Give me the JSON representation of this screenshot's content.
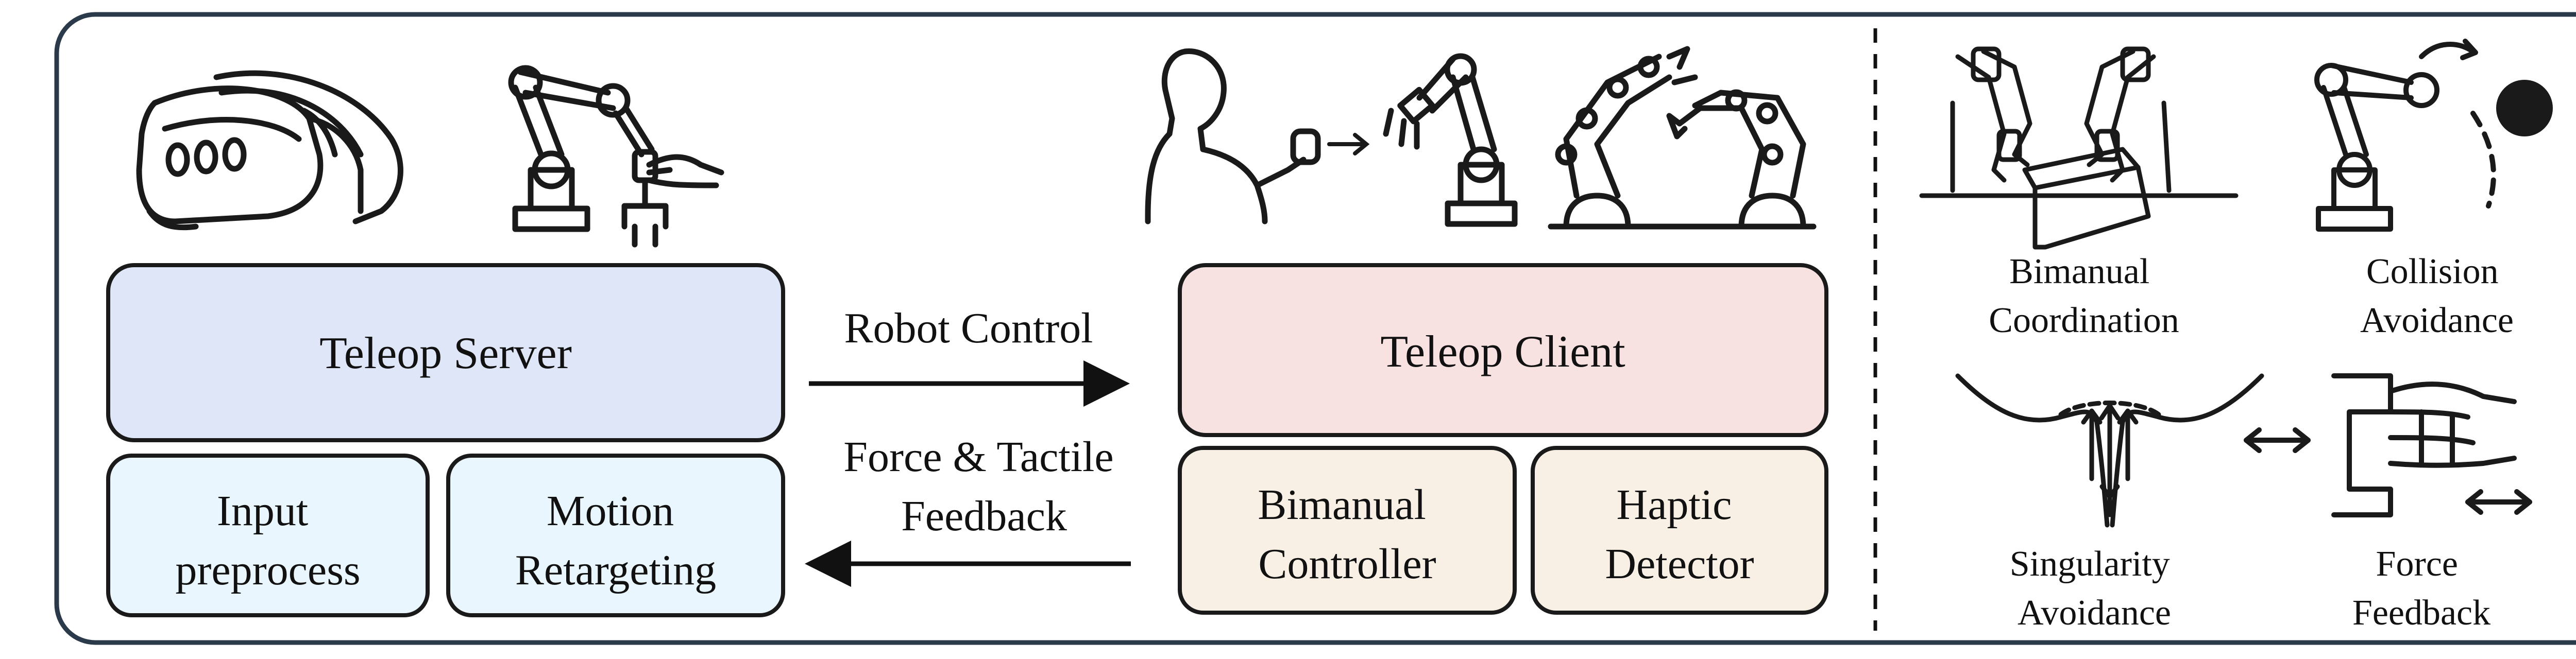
{
  "server": {
    "title": "Teleop Server",
    "sub_left": [
      "Input",
      "preprocess"
    ],
    "sub_right": [
      "Motion",
      "Retargeting"
    ]
  },
  "client": {
    "title": "Teleop Client",
    "sub_left": [
      "Bimanual",
      "Controller"
    ],
    "sub_right": [
      "Haptic",
      "Detector"
    ]
  },
  "arrows": {
    "forward_label": "Robot Control",
    "backward_label": [
      "Force & Tactile",
      "Feedback"
    ]
  },
  "features": [
    {
      "label": [
        "Bimanual",
        "Coordination"
      ]
    },
    {
      "label": [
        "Collision",
        "Avoidance"
      ]
    },
    {
      "label": [
        "Singularity",
        "Avoidance"
      ]
    },
    {
      "label": [
        "Force",
        "Feedback"
      ]
    }
  ],
  "colors": {
    "server_fill": "#dfe6f8",
    "server_sub_fill": "#e9f6fd",
    "client_fill": "#f8e1e1",
    "client_sub_fill": "#f8f0e4",
    "stroke": "#1a1a1a",
    "frame_stroke": "#2b3a4a"
  },
  "icons": [
    "vr-headset-icon",
    "robot-arm-with-hand-icon",
    "human-icon",
    "robot-arm-icon",
    "dual-arm-robot-icon",
    "bimanual-box-icon",
    "collision-ball-icon",
    "singularity-funnel-icon",
    "force-hand-icon"
  ]
}
